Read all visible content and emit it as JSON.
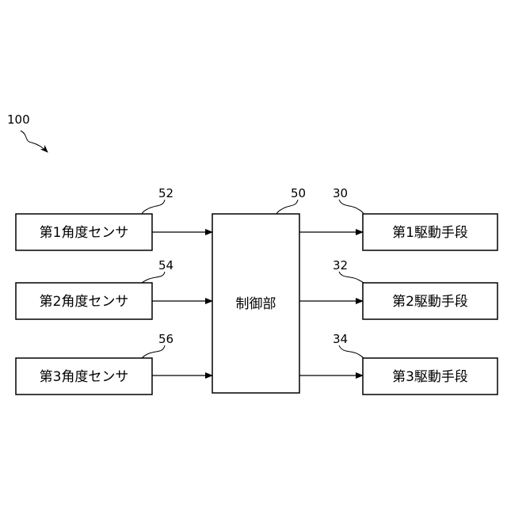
{
  "diagram": {
    "system_ref": "100",
    "sensors": [
      {
        "label": "第1角度センサ",
        "ref": "52"
      },
      {
        "label": "第2角度センサ",
        "ref": "54"
      },
      {
        "label": "第3角度センサ",
        "ref": "56"
      }
    ],
    "controller": {
      "label": "制御部",
      "ref": "50"
    },
    "drives": [
      {
        "label": "第1駆動手段",
        "ref": "30"
      },
      {
        "label": "第2駆動手段",
        "ref": "32"
      },
      {
        "label": "第3駆動手段",
        "ref": "34"
      }
    ]
  },
  "colors": {
    "line": "#000000",
    "background": "#ffffff"
  }
}
